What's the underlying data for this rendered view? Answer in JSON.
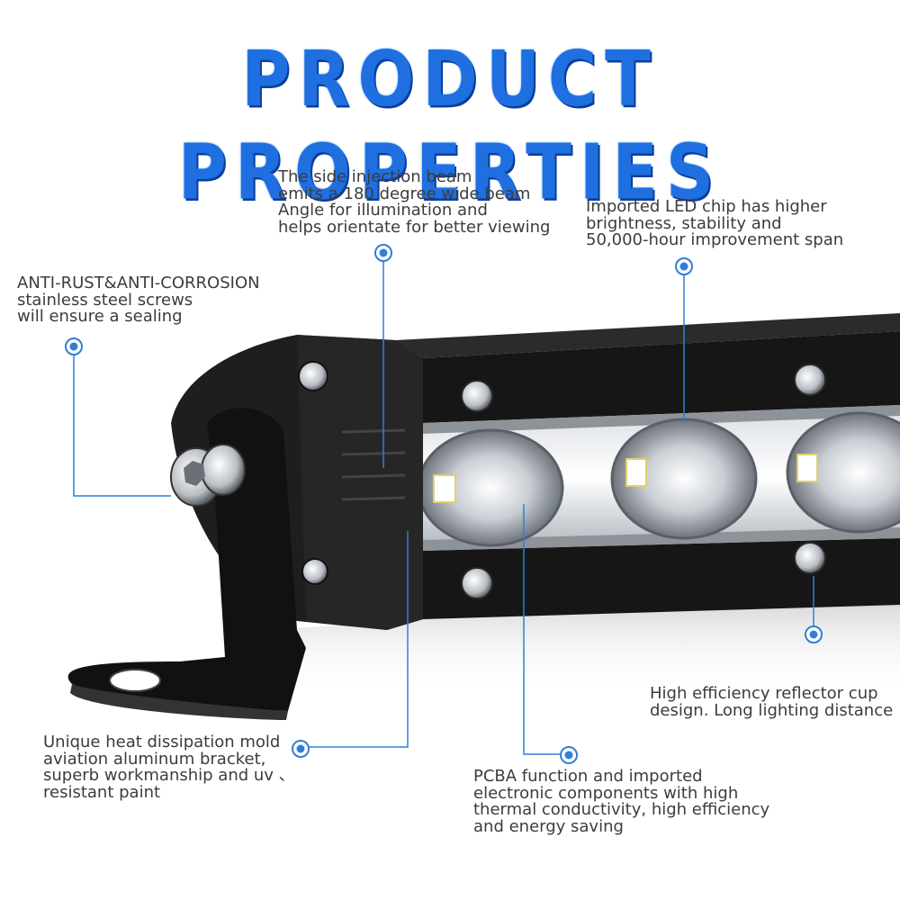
{
  "title": "PRODUCT PROPERTIES",
  "callouts": {
    "side_injection": [
      "The side injection beam",
      "emits a 180 degree wide beam",
      "Angle for illumination and",
      "helps orientate for better viewing"
    ],
    "led_chip": [
      "Imported LED chip has higher",
      "brightness, stability and",
      "50,000-hour improvement span"
    ],
    "anti_rust": [
      "ANTI-RUST&ANTI-CORROSION",
      "stainless steel screws",
      "will ensure a sealing"
    ],
    "reflector": [
      "High efficiency reflector cup",
      "design. Long lighting distance"
    ],
    "heat_dissipation": [
      "Unique heat dissipation mold",
      "aviation aluminum bracket,",
      "superb workmanship and uv 、",
      "resistant paint"
    ],
    "pcba": [
      "PCBA function and imported",
      "electronic components with high",
      "thermal conductivity, high efficiency",
      "and energy saving"
    ]
  },
  "colors": {
    "title": "#1f6fe0",
    "callout_text": "#3c3c3c",
    "leader_line": "#2f7fd8",
    "bar_body": "#161616"
  }
}
